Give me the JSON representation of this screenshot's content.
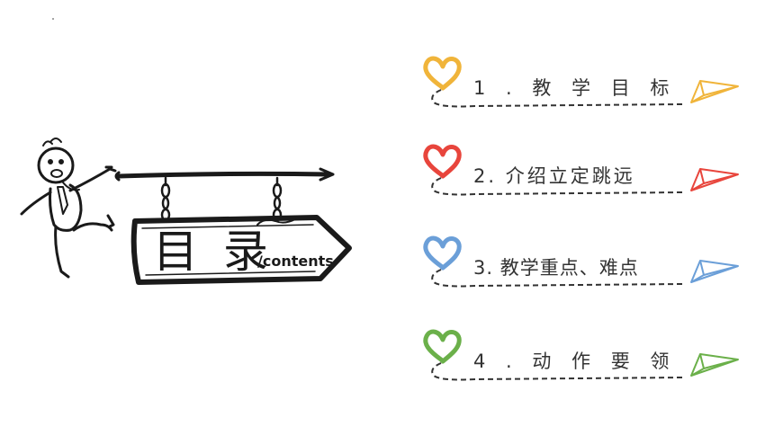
{
  "sign": {
    "title": "目 录",
    "subtitle": "/contents"
  },
  "toc": {
    "items": [
      {
        "label": "1 . 教 学 目 标",
        "color": "#f0b43a",
        "letter_spacing": 8
      },
      {
        "label": "2. 介绍立定跳远",
        "color": "#e8453c",
        "letter_spacing": 3
      },
      {
        "label": "3. 教学重点、难点",
        "color": "#6b9fd8",
        "letter_spacing": 1
      },
      {
        "label": "4 . 动 作 要 领",
        "color": "#6bb04a",
        "letter_spacing": 8
      }
    ]
  },
  "icons": {
    "item_marker": "heart-icon",
    "item_end": "paper-plane-icon"
  }
}
